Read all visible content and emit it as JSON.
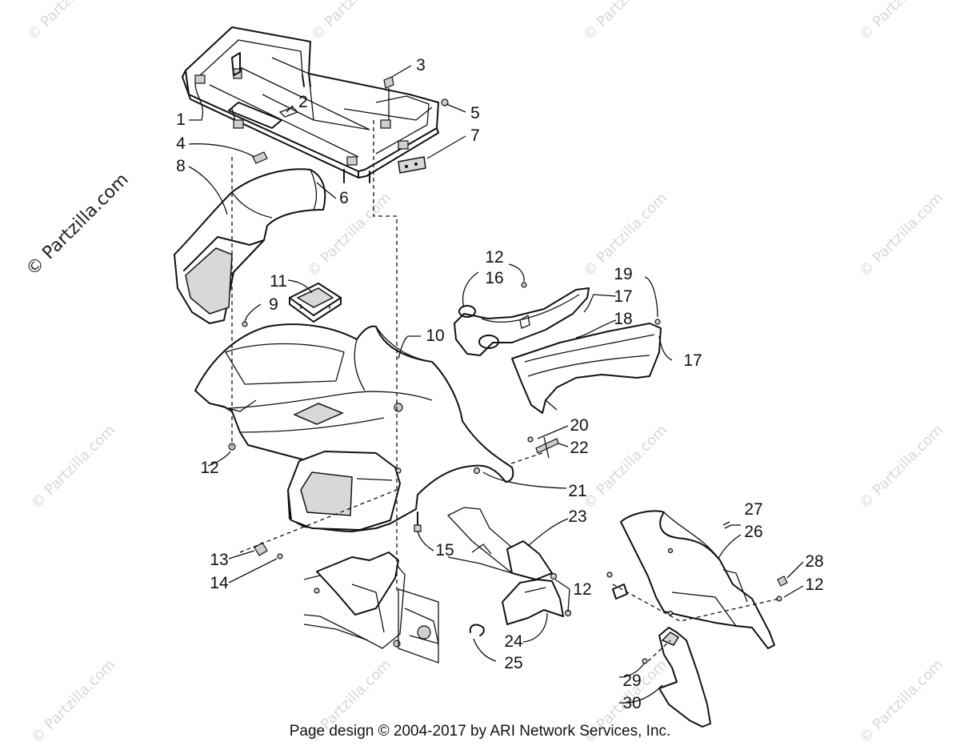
{
  "watermark": {
    "main": "© Partzilla.com",
    "repeat": "© Partzilla.com"
  },
  "footer": "Page design © 2004-2017 by ARI Network Services, Inc.",
  "callouts": {
    "c1": "1",
    "c2": "2",
    "c3": "3",
    "c4": "4",
    "c5": "5",
    "c6": "6",
    "c7": "7",
    "c8": "8",
    "c9": "9",
    "c10": "10",
    "c11": "11",
    "c12a": "12",
    "c12b": "12",
    "c12c": "12",
    "c12d": "12",
    "c13": "13",
    "c14": "14",
    "c15": "15",
    "c16": "16",
    "c17a": "17",
    "c17b": "17",
    "c18": "18",
    "c19": "19",
    "c20": "20",
    "c21": "21",
    "c22": "22",
    "c23": "23",
    "c24": "24",
    "c25": "25",
    "c26": "26",
    "c27": "27",
    "c28": "28",
    "c29": "29",
    "c30": "30"
  }
}
